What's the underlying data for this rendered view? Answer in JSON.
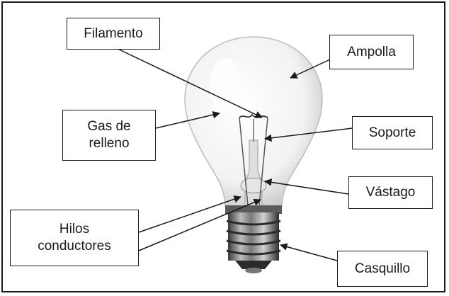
{
  "labels": {
    "filamento": "Filamento",
    "ampolla": "Ampolla",
    "gas_line1": "Gas de",
    "gas_line2": "relleno",
    "soporte": "Soporte",
    "vastago": "Vástago",
    "hilos_line1": "Hilos",
    "hilos_line2": "conductores",
    "casquillo": "Casquillo"
  },
  "colors": {
    "border": "#1a1a1a",
    "glass": "#e9e9e9",
    "metal_dark": "#2b2b2b",
    "metal_light": "#9a9a9a"
  }
}
